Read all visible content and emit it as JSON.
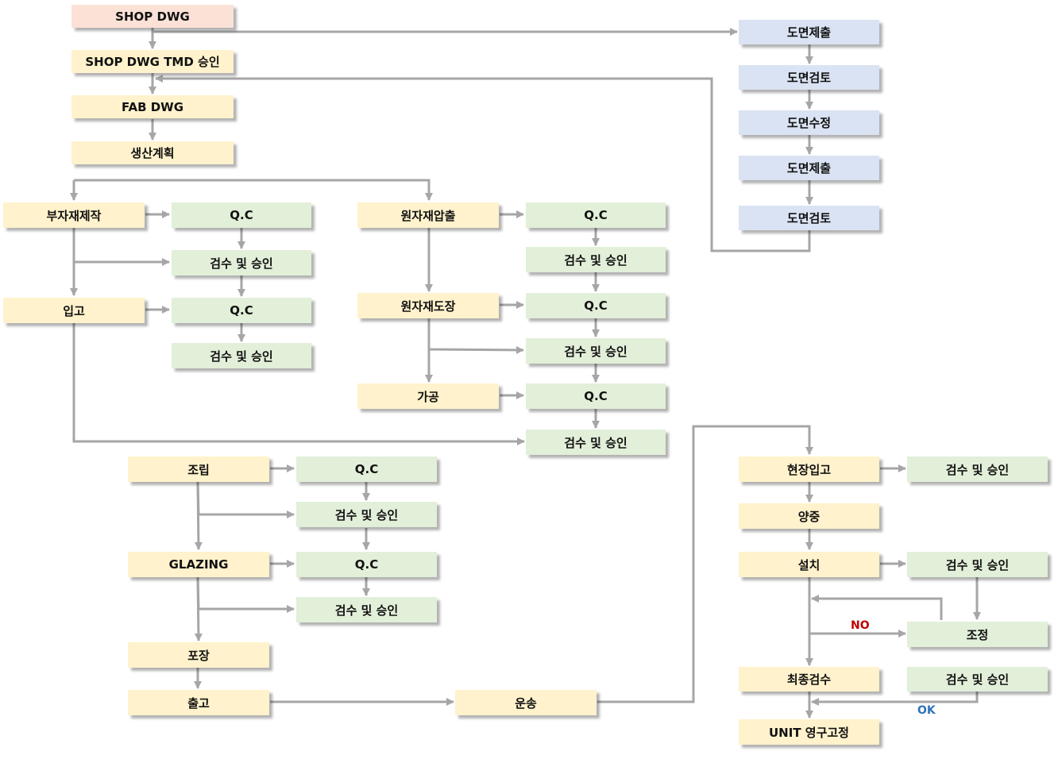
{
  "colors": {
    "start": "#fbe1d6",
    "yellow": "#fff2cc",
    "green": "#e2efd9",
    "blue": "#dae3f3",
    "arrow": "#a6a6a6",
    "no_label": "#c00000",
    "ok_label": "#2e74b5"
  },
  "nodes": {
    "shop_dwg": "SHOP DWG",
    "shop_dwg_tmd": "SHOP DWG TMD 승인",
    "fab_dwg": "FAB DWG",
    "production_plan": "생산계획",
    "drawing_submit_1": "도면제출",
    "drawing_review_1": "도면검토",
    "drawing_revise": "도면수정",
    "drawing_submit_2": "도면제출",
    "drawing_review_2": "도면검토",
    "sub_material_fab": "부자재제작",
    "sub_qc": "Q.C",
    "sub_inspect": "검수 및 승인",
    "receiving": "입고",
    "recv_qc": "Q.C",
    "recv_inspect": "검수 및 승인",
    "raw_extrusion": "원자재압출",
    "ext_qc": "Q.C",
    "ext_inspect": "검수 및 승인",
    "raw_painting": "원자재도장",
    "paint_qc": "Q.C",
    "paint_inspect": "검수 및 승인",
    "processing": "가공",
    "proc_qc": "Q.C",
    "proc_inspect": "검수 및 승인",
    "assembly": "조립",
    "asm_qc": "Q.C",
    "asm_inspect": "검수 및 승인",
    "glazing": "GLAZING",
    "glz_qc": "Q.C",
    "glz_inspect": "검수 및 승인",
    "packing": "포장",
    "shipping_out": "출고",
    "transport": "운송",
    "site_receiving": "현장입고",
    "site_inspect": "검수 및 승인",
    "lifting": "양중",
    "installation": "설치",
    "install_inspect": "검수 및 승인",
    "adjustment": "조정",
    "final_inspection": "최종검수",
    "final_approve": "검수 및 승인",
    "unit_fix": "UNIT 영구고정"
  },
  "labels": {
    "no": "NO",
    "ok": "OK"
  }
}
